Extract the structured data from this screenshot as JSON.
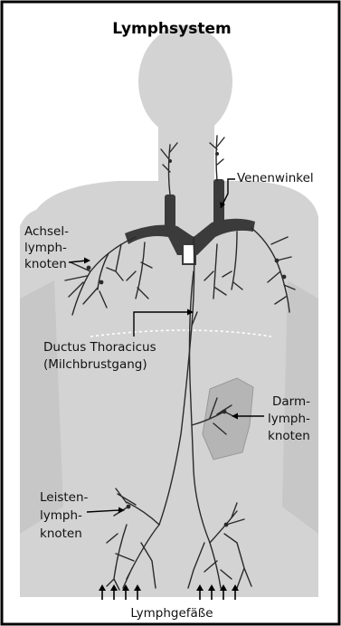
{
  "title": "Lymphsystem",
  "labels": {
    "venenwinkel": "Venenwinkel",
    "achsel": [
      "Achsel-",
      "lymph-",
      "knoten"
    ],
    "ductus": [
      "Ductus Thoracicus",
      "(Milchbrustgang)"
    ],
    "darm": [
      "Darm-",
      "lymph-",
      "knoten"
    ],
    "leisten": [
      "Leisten-",
      "lymph-",
      "knoten"
    ],
    "lymphgefaesse": "Lymphgefäße"
  },
  "colors": {
    "border": "#000000",
    "body_fill": "#d3d3d3",
    "vessels": "#2a2a2a",
    "veins": "#3b3b3b",
    "intestine": "#b5b5b5"
  }
}
